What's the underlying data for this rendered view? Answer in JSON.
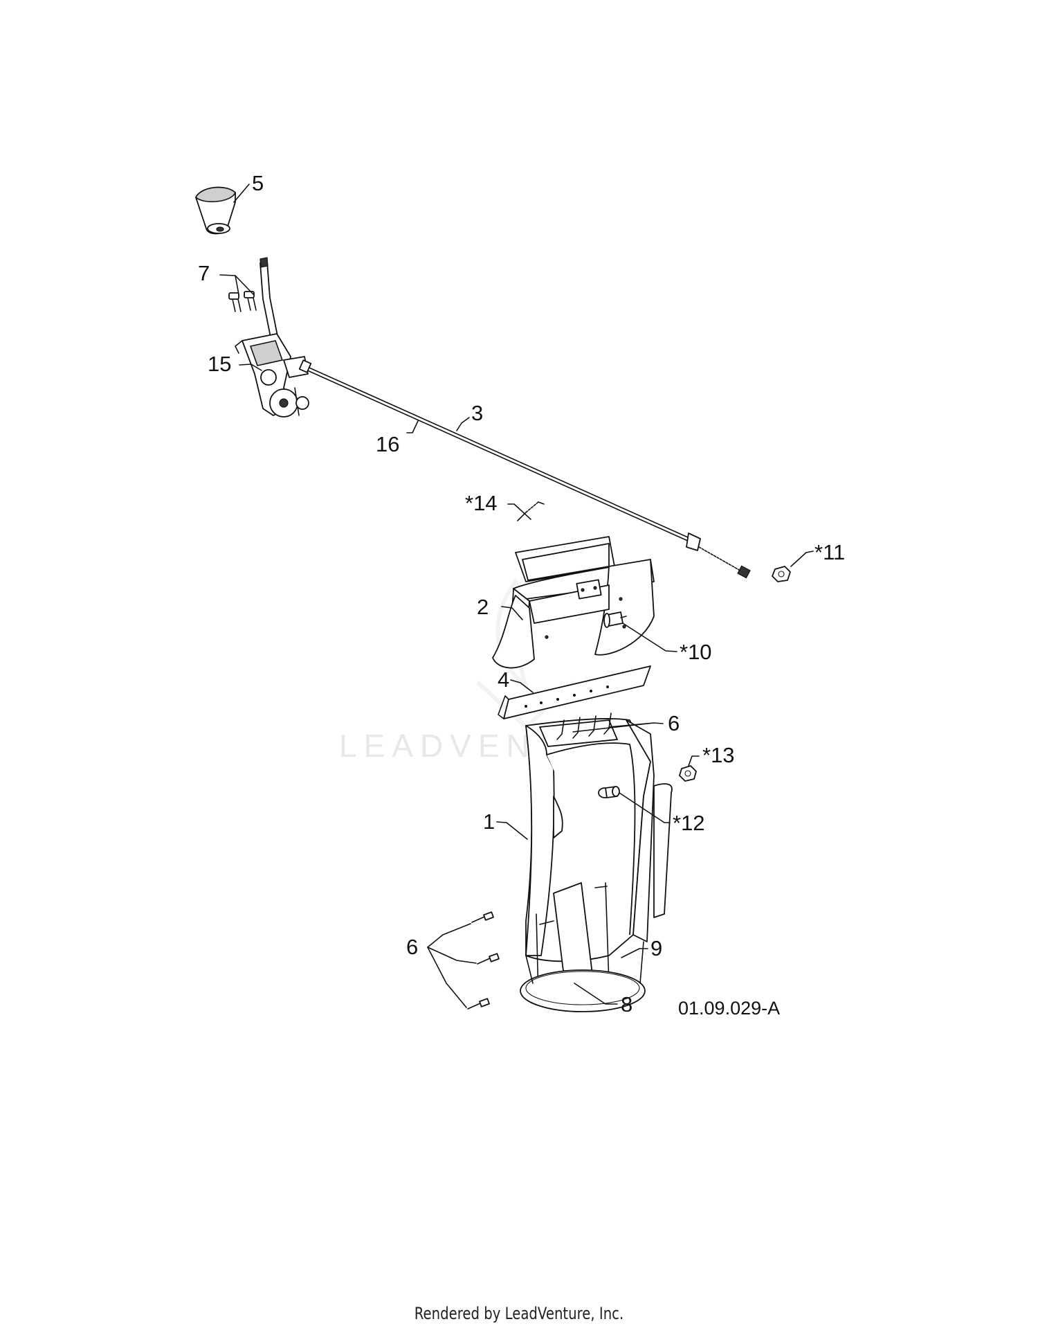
{
  "callouts": {
    "c5": "5",
    "c7": "7",
    "c15": "15",
    "c3": "3",
    "c16": "16",
    "c14": "*14",
    "c11": "*11",
    "c2": "2",
    "c10": "*10",
    "c4": "4",
    "c6_top": "6",
    "c13": "*13",
    "c12": "*12",
    "c1": "1",
    "c6_bottom": "6",
    "c9": "9",
    "c8": "8"
  },
  "drawing_number": "01.09.029-A",
  "watermark": "LEADVENTURE",
  "footer": "Rendered by LeadVenture, Inc."
}
